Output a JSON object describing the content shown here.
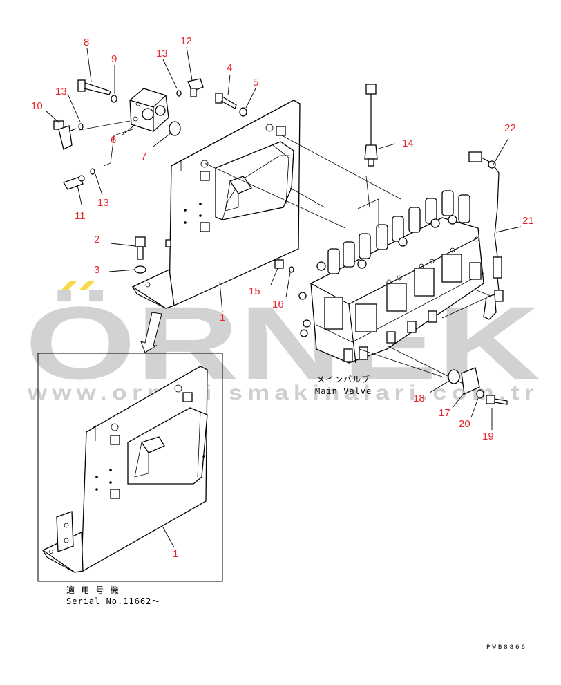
{
  "watermark": {
    "brand": "ÖRNEK",
    "url": "www.orneki smakinalari.com.tr",
    "color": "#d2d2d2"
  },
  "callout_color": "#e8262b",
  "callouts": {
    "c1_main": "1",
    "c1_inset": "1",
    "c2": "2",
    "c3": "3",
    "c4": "4",
    "c5": "5",
    "c6": "6",
    "c7": "7",
    "c8": "8",
    "c9": "9",
    "c10": "10",
    "c11": "11",
    "c12": "12",
    "c13a": "13",
    "c13b": "13",
    "c13c": "13",
    "c14": "14",
    "c15": "15",
    "c16": "16",
    "c17": "17",
    "c18": "18",
    "c19": "19",
    "c20": "20",
    "c21": "21",
    "c22": "22"
  },
  "labels": {
    "main_valve_jp": "メインバルブ",
    "main_valve_en": "Main Valve",
    "applicable_jp": "適 用 号 機",
    "serial": "Serial No.11662〜",
    "drawing_code": "PWB8866"
  }
}
